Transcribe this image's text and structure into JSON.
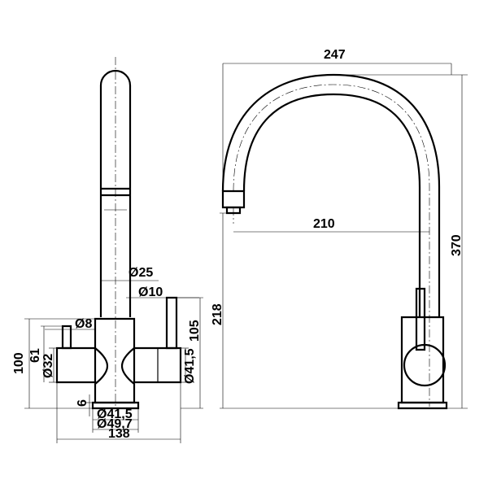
{
  "side_view": {
    "dim_stem_diameter": "Ø25",
    "dim_lever_diameter": "Ø10",
    "dim_small_lever_diameter": "Ø8",
    "dim_height_105": "105",
    "dim_height_100": "100",
    "dim_height_61": "61",
    "dim_body_diameter": "Ø32",
    "dim_right_body_diameter": "Ø41,5",
    "dim_base_thickness": "6",
    "dim_base_diameter_inner": "Ø41,5",
    "dim_base_diameter_outer": "Ø49,7",
    "dim_total_width": "138"
  },
  "front_view": {
    "dim_width_247": "247",
    "dim_height_370": "370",
    "dim_reach_210": "210",
    "dim_outlet_height_218": "218"
  }
}
